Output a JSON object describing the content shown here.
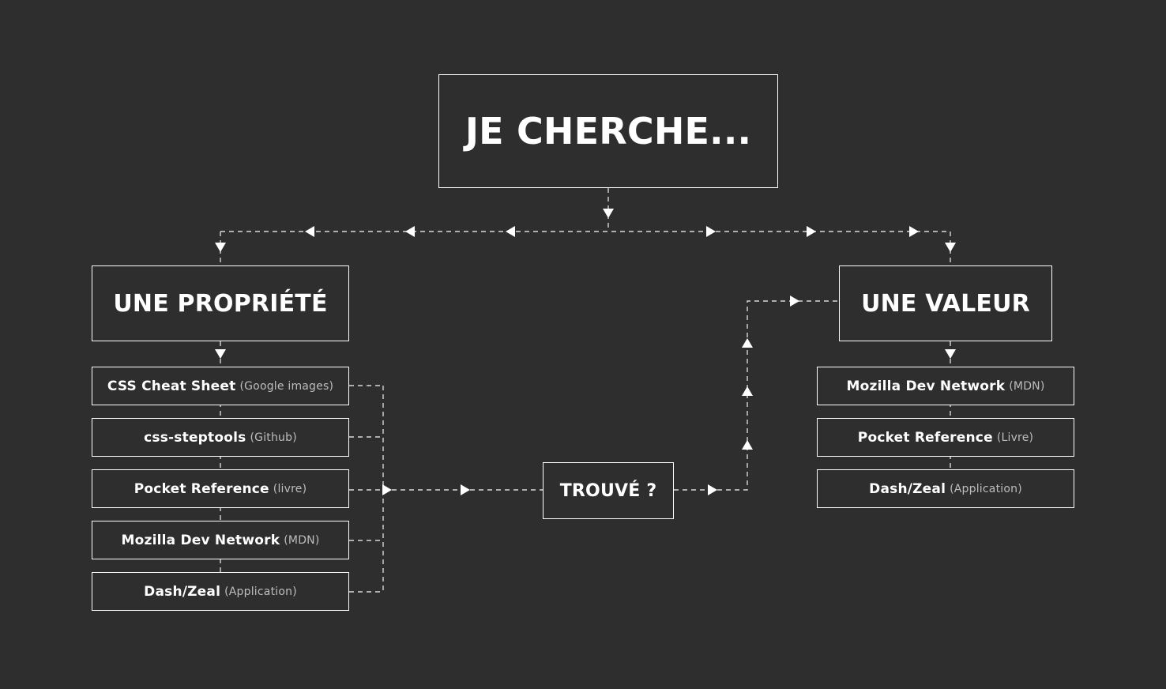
{
  "root": {
    "label": "JE CHERCHE..."
  },
  "left": {
    "heading": "UNE PROPRIÉTÉ",
    "items": [
      {
        "main": "CSS Cheat Sheet",
        "sub": "(Google images)"
      },
      {
        "main": "css-steptools",
        "sub": "(Github)"
      },
      {
        "main": "Pocket Reference",
        "sub": "(livre)"
      },
      {
        "main": "Mozilla Dev Network",
        "sub": "(MDN)"
      },
      {
        "main": "Dash/Zeal",
        "sub": "(Application)"
      }
    ]
  },
  "right": {
    "heading": "UNE VALEUR",
    "items": [
      {
        "main": "Mozilla Dev Network",
        "sub": "(MDN)"
      },
      {
        "main": "Pocket Reference",
        "sub": "(Livre)"
      },
      {
        "main": "Dash/Zeal",
        "sub": "(Application)"
      }
    ]
  },
  "decision": {
    "label": "TROUVÉ ?"
  },
  "colors": {
    "background": "#2e2e2e",
    "stroke": "#ffffff",
    "muted": "#bdbdbd"
  }
}
